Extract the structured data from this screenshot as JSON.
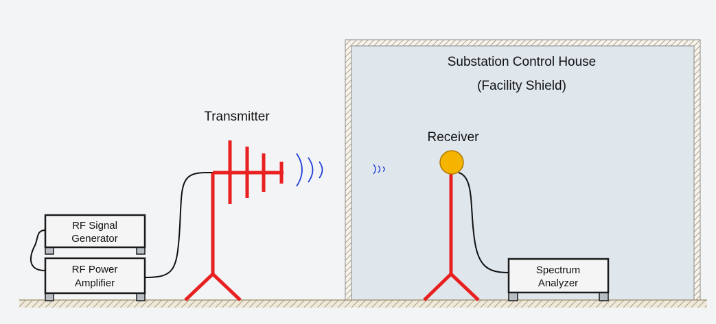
{
  "labels": {
    "house_title": "Substation Control House",
    "house_subtitle": "(Facility Shield)",
    "transmitter": "Transmitter",
    "receiver": "Receiver"
  },
  "boxes": {
    "signal_generator": [
      "RF Signal",
      "Generator"
    ],
    "power_amplifier": [
      "RF Power",
      "Amplifier"
    ],
    "spectrum_analyzer": [
      "Spectrum",
      "Analyzer"
    ]
  },
  "colors": {
    "antenna": "#e82020",
    "waves": "#1f3fd8",
    "receiver_ball": "#f5b400",
    "house_fill": "#dfe6ec",
    "hatch": "#9a8a6a"
  }
}
